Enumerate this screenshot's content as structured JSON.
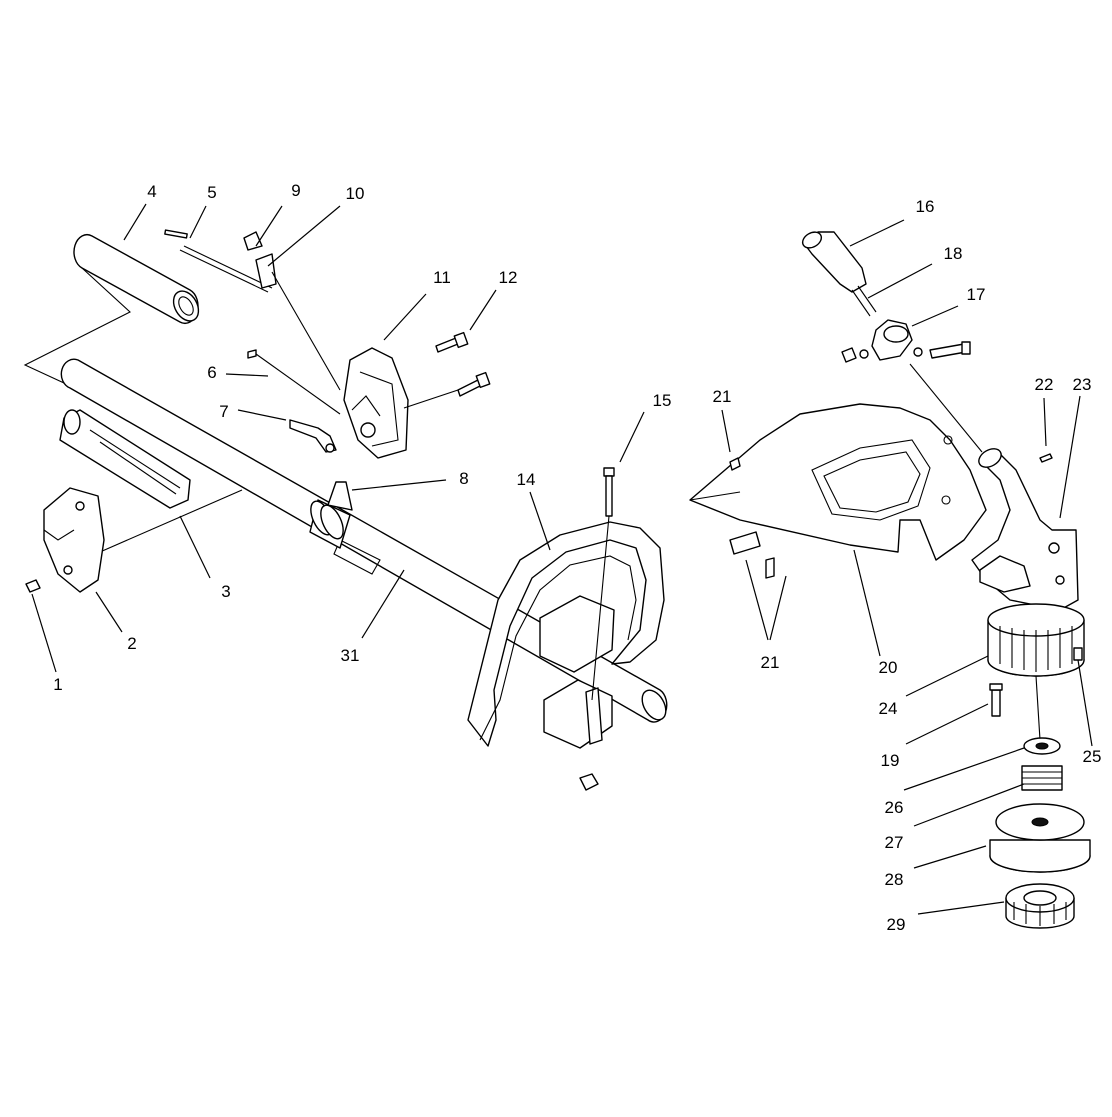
{
  "diagram": {
    "callouts": [
      {
        "id": "c1",
        "label": "1"
      },
      {
        "id": "c2",
        "label": "2"
      },
      {
        "id": "c3",
        "label": "3"
      },
      {
        "id": "c4",
        "label": "4"
      },
      {
        "id": "c5",
        "label": "5"
      },
      {
        "id": "c6",
        "label": "6"
      },
      {
        "id": "c7",
        "label": "7"
      },
      {
        "id": "c8",
        "label": "8"
      },
      {
        "id": "c9",
        "label": "9"
      },
      {
        "id": "c10",
        "label": "10"
      },
      {
        "id": "c11",
        "label": "11"
      },
      {
        "id": "c12",
        "label": "12"
      },
      {
        "id": "c14",
        "label": "14"
      },
      {
        "id": "c15",
        "label": "15"
      },
      {
        "id": "c16",
        "label": "16"
      },
      {
        "id": "c17",
        "label": "17"
      },
      {
        "id": "c18",
        "label": "18"
      },
      {
        "id": "c19",
        "label": "19"
      },
      {
        "id": "c20",
        "label": "20"
      },
      {
        "id": "c21a",
        "label": "21"
      },
      {
        "id": "c21b",
        "label": "21"
      },
      {
        "id": "c22",
        "label": "22"
      },
      {
        "id": "c23",
        "label": "23"
      },
      {
        "id": "c24",
        "label": "24"
      },
      {
        "id": "c25",
        "label": "25"
      },
      {
        "id": "c26",
        "label": "26"
      },
      {
        "id": "c27",
        "label": "27"
      },
      {
        "id": "c28",
        "label": "28"
      },
      {
        "id": "c29",
        "label": "29"
      },
      {
        "id": "c31",
        "label": "31"
      }
    ]
  }
}
